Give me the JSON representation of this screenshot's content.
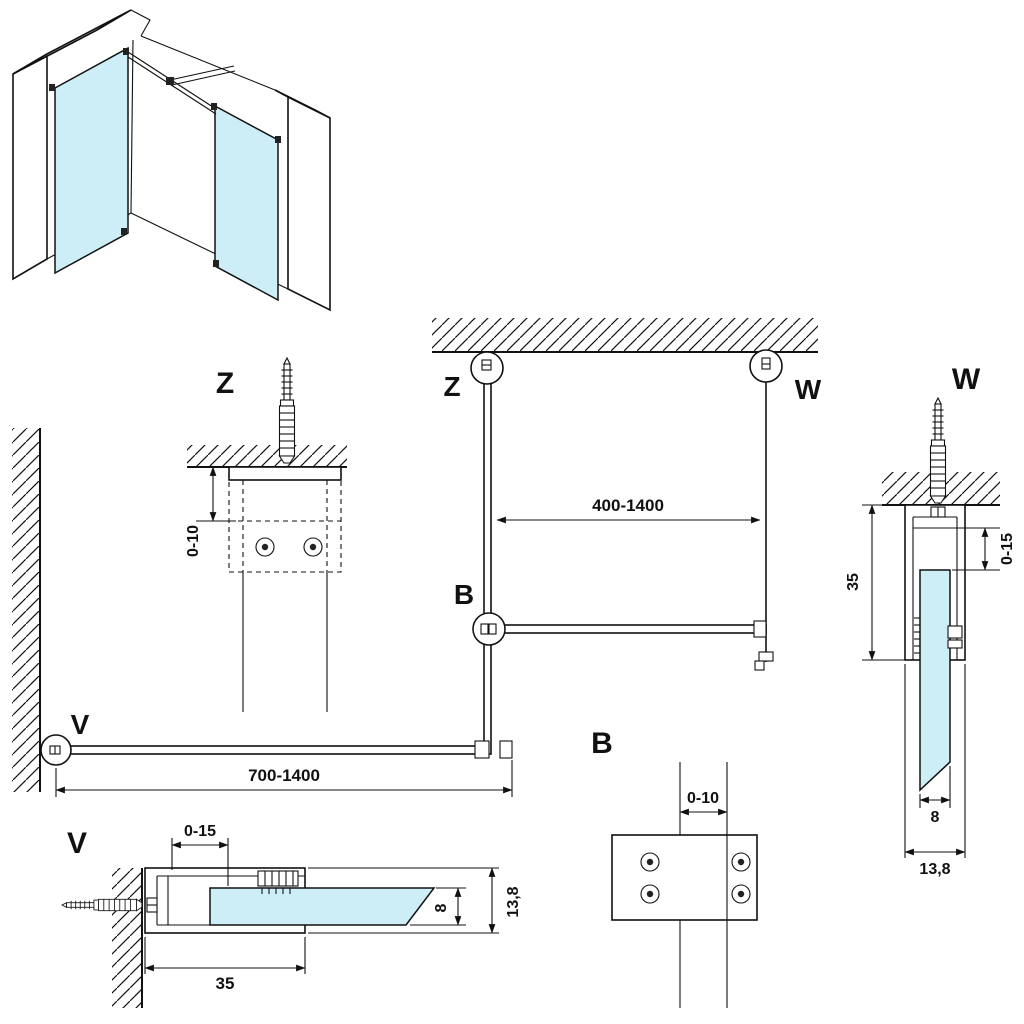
{
  "schematic": {
    "label_z": "Z",
    "label_w": "W",
    "label_b": "B",
    "label_v": "V",
    "dim_width": "400-1400",
    "dim_length": "700-1400"
  },
  "detail_z": {
    "label": "Z",
    "dim_offset": "0-10"
  },
  "detail_w": {
    "label": "W",
    "dim_height": "35",
    "dim_inset": "0-15",
    "dim_glass_thickness": "8",
    "dim_profile_width": "13,8"
  },
  "detail_v": {
    "label": "V",
    "dim_inset": "0-15",
    "dim_depth": "35",
    "dim_glass_thickness": "8",
    "dim_profile_width": "13,8"
  },
  "detail_b": {
    "label": "B",
    "dim_offset": "0-10"
  },
  "colors": {
    "glass_fill": "#cdeef6",
    "line": "#111111"
  }
}
